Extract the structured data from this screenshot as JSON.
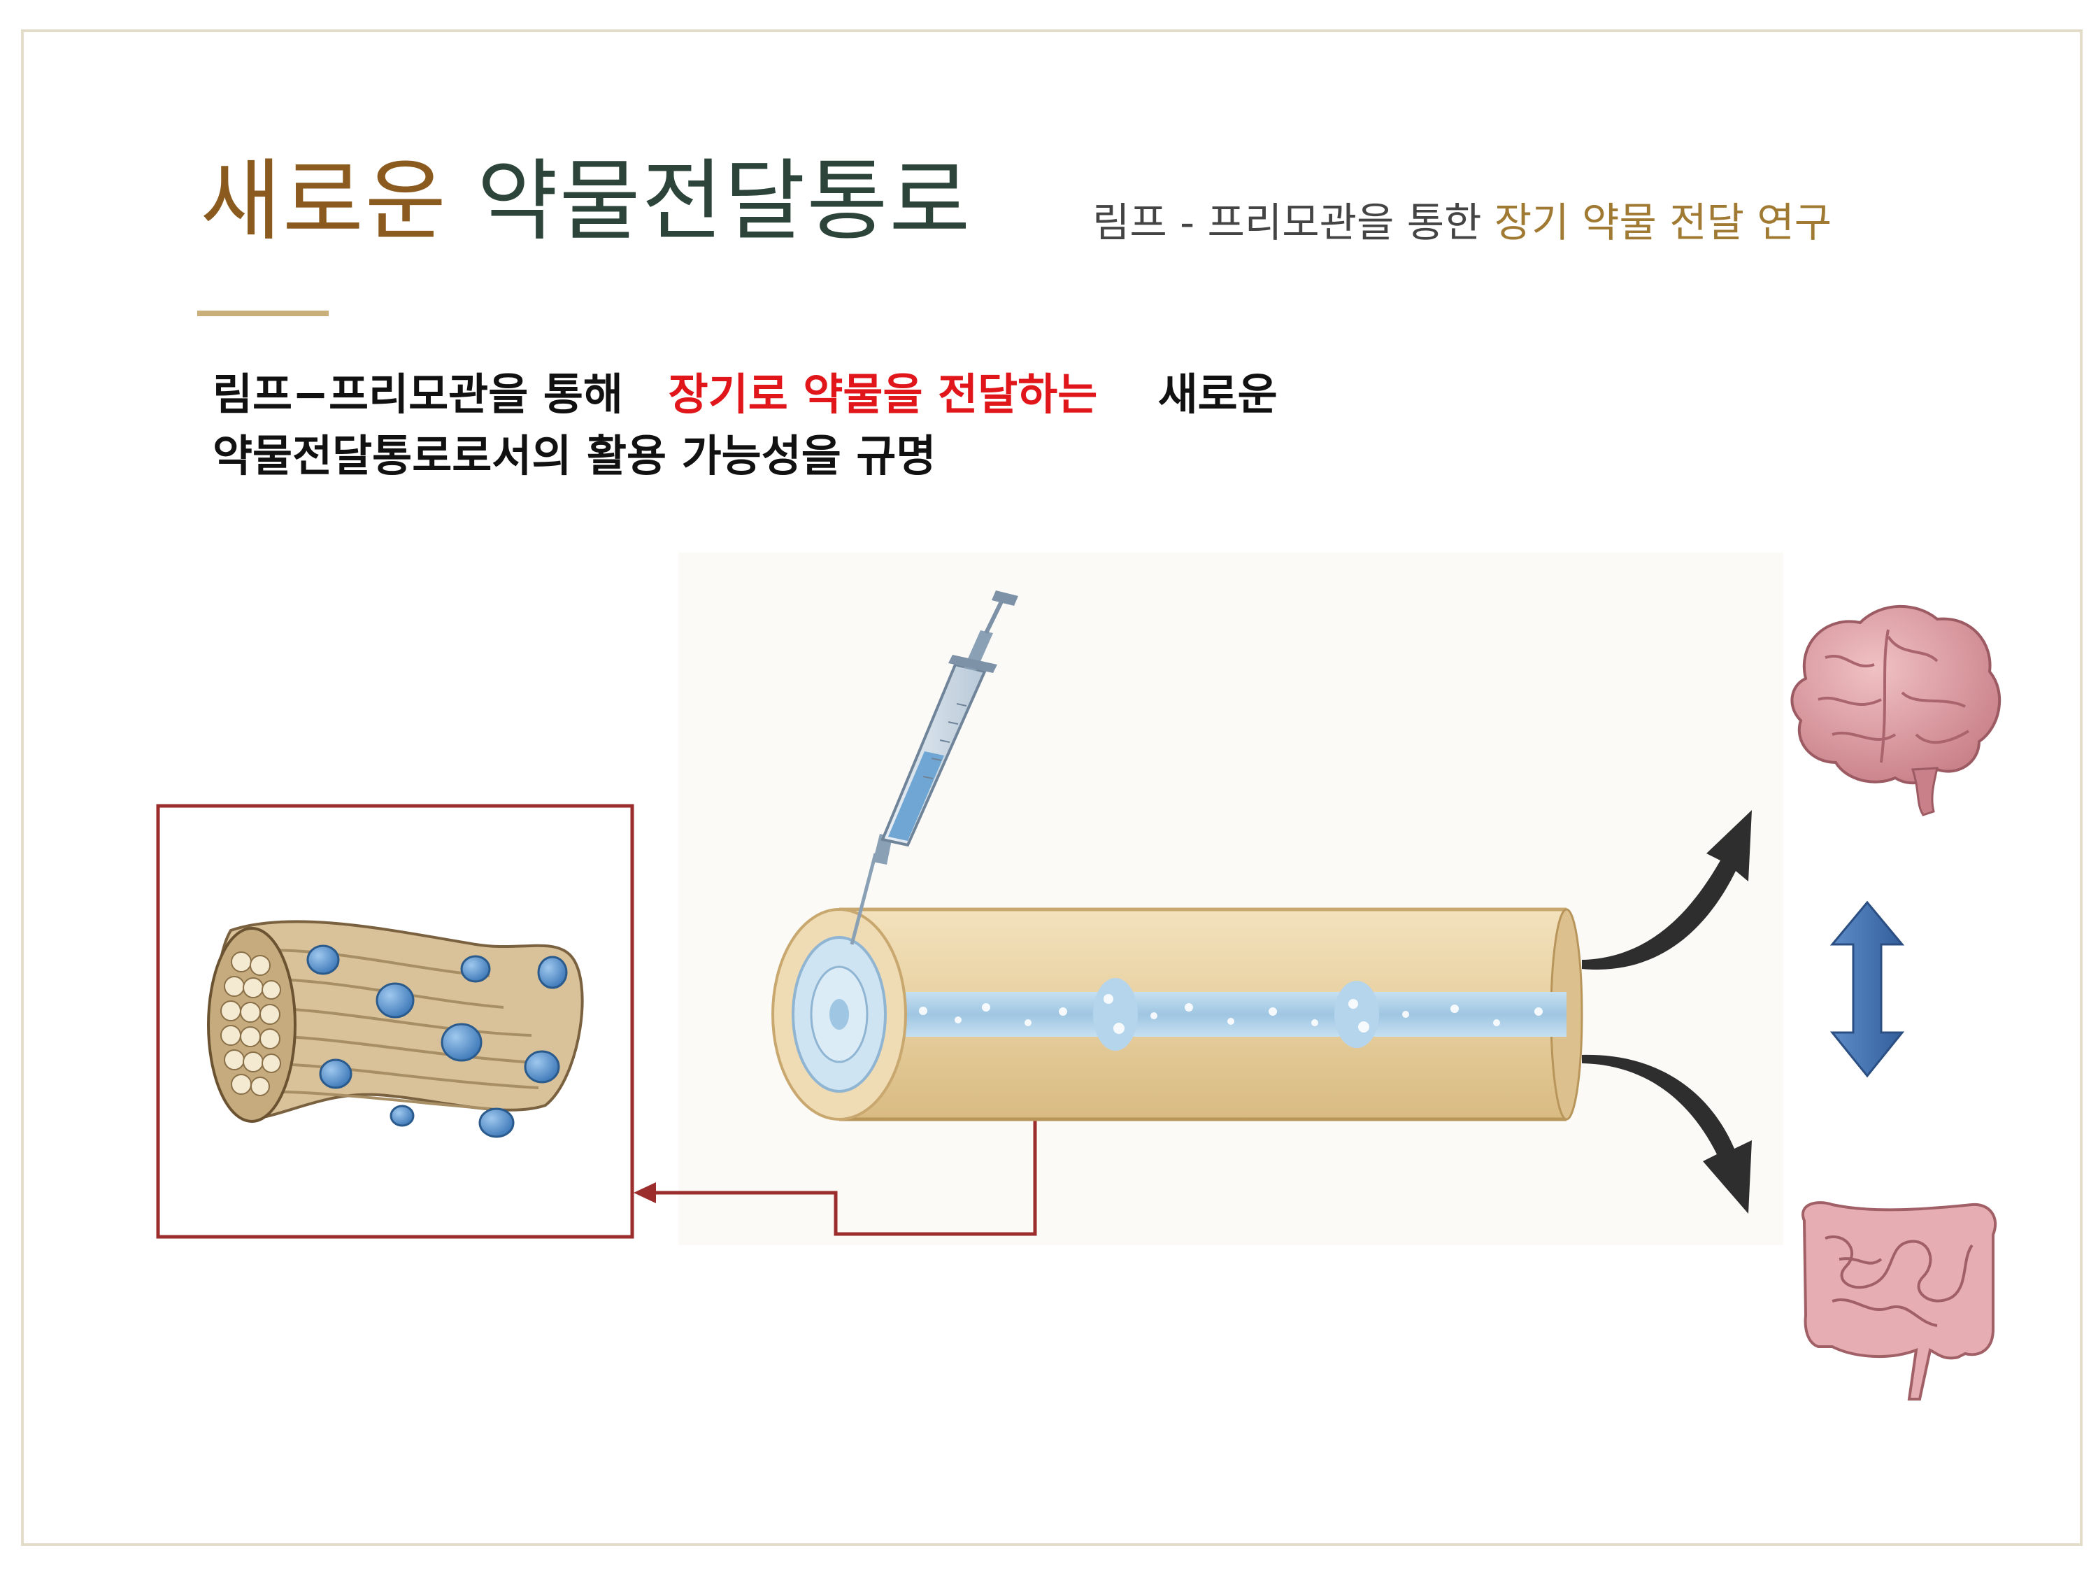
{
  "title": {
    "part1": "새로운",
    "part2": "약물전달통로"
  },
  "subtitle": {
    "part1": "림프 - 프리모관을 통한",
    "part2": "장기 약물 전달 연구"
  },
  "body": {
    "line1_a": "림프−프리모관을 통해",
    "line1_b": "장기로 약물을 전달하는",
    "line1_c": "새로운",
    "line2": "약물전달통로로서의  활용 가능성을 규명"
  },
  "colors": {
    "title_brown": "#8b5a1e",
    "title_dark": "#2c4439",
    "highlight_red": "#e0161b",
    "callout_red": "#9b2d2d",
    "vessel_tan": "#e8d2a4",
    "channel_blue": "#a9cde6",
    "arrow_dark": "#2e2e2e",
    "double_arrow_blue": "#3f70b0",
    "organ_pink": "#d99aa0"
  },
  "icons": [
    "syringe-icon",
    "primo-vessel-icon",
    "brain-icon",
    "intestine-icon",
    "double-arrow-icon",
    "curved-arrow-icon"
  ]
}
